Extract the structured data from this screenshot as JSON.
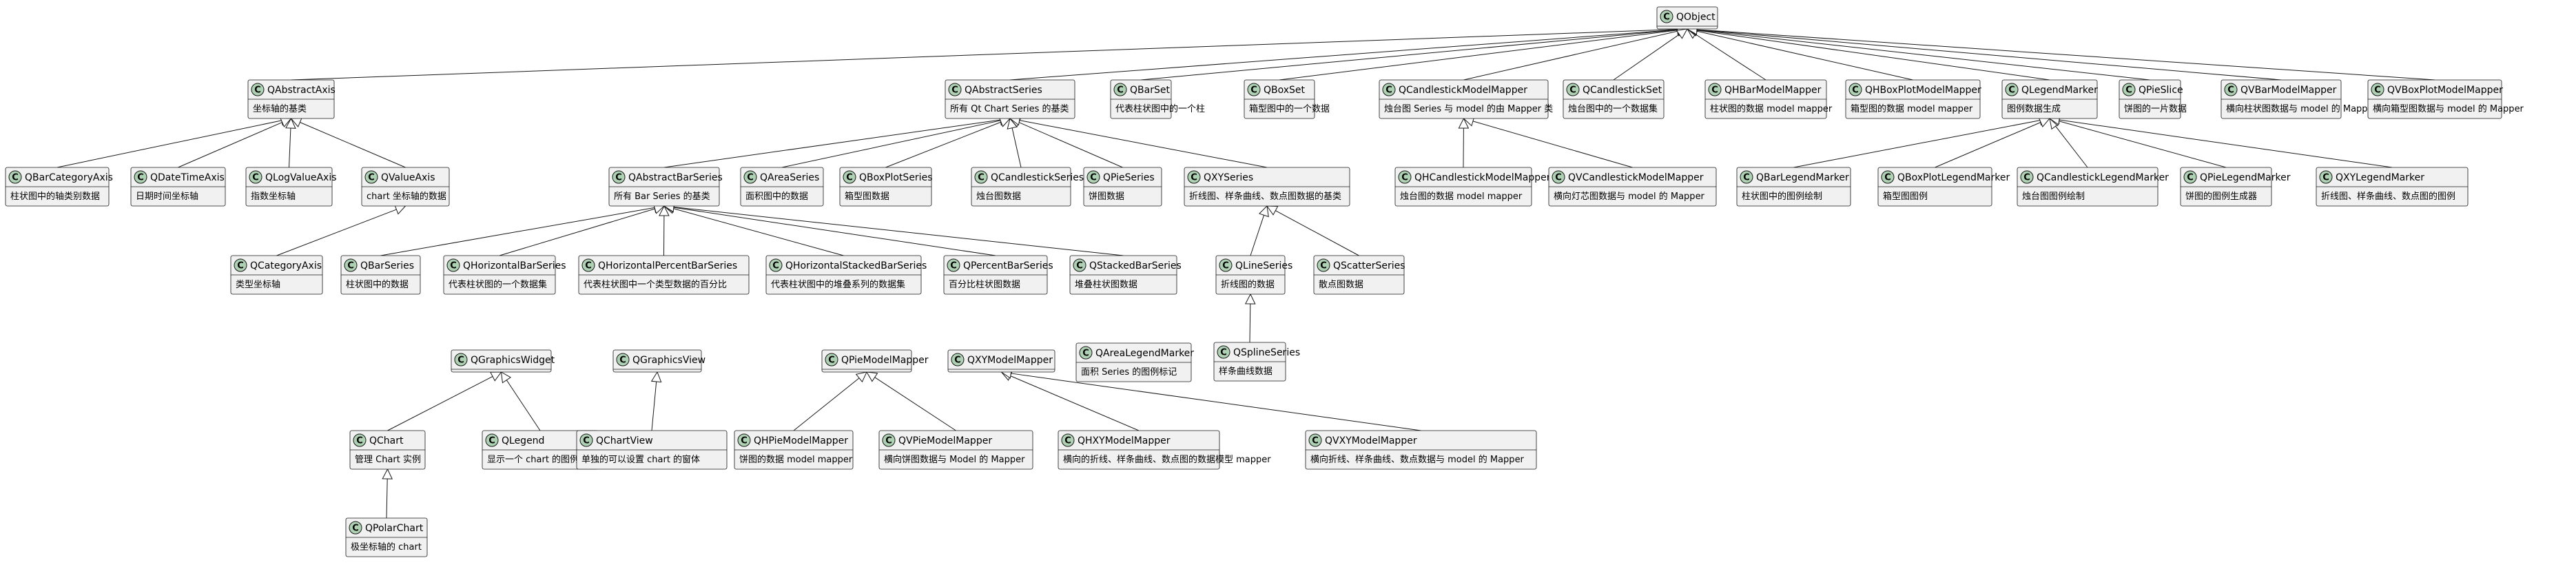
{
  "classes": [
    {
      "id": "QObject",
      "name": "QObject",
      "desc": ""
    },
    {
      "id": "QAbstractAxis",
      "name": "QAbstractAxis",
      "desc": "坐标轴的基类"
    },
    {
      "id": "QAbstractSeries",
      "name": "QAbstractSeries",
      "desc": "所有 Qt Chart Series 的基类"
    },
    {
      "id": "QBarSet",
      "name": "QBarSet",
      "desc": "代表柱状图中的一个柱"
    },
    {
      "id": "QBoxSet",
      "name": "QBoxSet",
      "desc": "箱型图中的一个数据"
    },
    {
      "id": "QCandlestickModelMapper",
      "name": "QCandlestickModelMapper",
      "desc": "烛台图 Series 与 model 的由 Mapper 类"
    },
    {
      "id": "QCandlestickSet",
      "name": "QCandlestickSet",
      "desc": "烛台图中的一个数据集"
    },
    {
      "id": "QHBarModelMapper",
      "name": "QHBarModelMapper",
      "desc": "柱状图的数据 model mapper"
    },
    {
      "id": "QHBoxPlotModelMapper",
      "name": "QHBoxPlotModelMapper",
      "desc": "箱型图的数据 model mapper"
    },
    {
      "id": "QLegendMarker",
      "name": "QLegendMarker",
      "desc": "图例数据生成"
    },
    {
      "id": "QPieSlice",
      "name": "QPieSlice",
      "desc": "饼图的一片数据"
    },
    {
      "id": "QVBarModelMapper",
      "name": "QVBarModelMapper",
      "desc": "横向柱状图数据与 model 的 Mapper"
    },
    {
      "id": "QVBoxPlotModelMapper",
      "name": "QVBoxPlotModelMapper",
      "desc": "横向箱型图数据与 model 的 Mapper"
    },
    {
      "id": "QBarCategoryAxis",
      "name": "QBarCategoryAxis",
      "desc": "柱状图中的轴类别数据"
    },
    {
      "id": "QDateTimeAxis",
      "name": "QDateTimeAxis",
      "desc": "日期时间坐标轴"
    },
    {
      "id": "QLogValueAxis",
      "name": "QLogValueAxis",
      "desc": "指数坐标轴"
    },
    {
      "id": "QValueAxis",
      "name": "QValueAxis",
      "desc": "chart 坐标轴的数据"
    },
    {
      "id": "QAbstractBarSeries",
      "name": "QAbstractBarSeries",
      "desc": "所有 Bar Series 的基类"
    },
    {
      "id": "QAreaSeries",
      "name": "QAreaSeries",
      "desc": "面积图中的数据"
    },
    {
      "id": "QBoxPlotSeries",
      "name": "QBoxPlotSeries",
      "desc": "箱型图数据"
    },
    {
      "id": "QCandlestickSeries",
      "name": "QCandlestickSeries",
      "desc": "烛台图数据"
    },
    {
      "id": "QPieSeries",
      "name": "QPieSeries",
      "desc": "饼图数据"
    },
    {
      "id": "QXYSeries",
      "name": "QXYSeries",
      "desc": "折线图、样条曲线、数点图数据的基类"
    },
    {
      "id": "QHCandlestickModelMapper",
      "name": "QHCandlestickModelMapper",
      "desc": "烛台图的数据 model mapper"
    },
    {
      "id": "QVCandlestickModelMapper",
      "name": "QVCandlestickModelMapper",
      "desc": "横向灯芯图数据与 model 的 Mapper"
    },
    {
      "id": "QBarLegendMarker",
      "name": "QBarLegendMarker",
      "desc": "柱状图中的图例绘制"
    },
    {
      "id": "QBoxPlotLegendMarker",
      "name": "QBoxPlotLegendMarker",
      "desc": "箱型图图例"
    },
    {
      "id": "QCandlestickLegendMarker",
      "name": "QCandlestickLegendMarker",
      "desc": "烛台图图例绘制"
    },
    {
      "id": "QPieLegendMarker",
      "name": "QPieLegendMarker",
      "desc": "饼图的图例生成器"
    },
    {
      "id": "QXYLegendMarker",
      "name": "QXYLegendMarker",
      "desc": "折线图、样条曲线、数点图的图例"
    },
    {
      "id": "QCategoryAxis",
      "name": "QCategoryAxis",
      "desc": "类型坐标轴"
    },
    {
      "id": "QBarSeries",
      "name": "QBarSeries",
      "desc": "柱状图中的数据"
    },
    {
      "id": "QHorizontalBarSeries",
      "name": "QHorizontalBarSeries",
      "desc": "代表柱状图的一个数据集"
    },
    {
      "id": "QHorizontalPercentBarSeries",
      "name": "QHorizontalPercentBarSeries",
      "desc": "代表柱状图中一个类型数据的百分比"
    },
    {
      "id": "QHorizontalStackedBarSeries",
      "name": "QHorizontalStackedBarSeries",
      "desc": "代表柱状图中的堆叠系列的数据集"
    },
    {
      "id": "QPercentBarSeries",
      "name": "QPercentBarSeries",
      "desc": "百分比柱状图数据"
    },
    {
      "id": "QStackedBarSeries",
      "name": "QStackedBarSeries",
      "desc": "堆叠柱状图数据"
    },
    {
      "id": "QLineSeries",
      "name": "QLineSeries",
      "desc": "折线图的数据"
    },
    {
      "id": "QScatterSeries",
      "name": "QScatterSeries",
      "desc": "散点图数据"
    },
    {
      "id": "QSplineSeries",
      "name": "QSplineSeries",
      "desc": "样条曲线数据"
    },
    {
      "id": "QGraphicsWidget",
      "name": "QGraphicsWidget",
      "desc": ""
    },
    {
      "id": "QGraphicsView",
      "name": "QGraphicsView",
      "desc": ""
    },
    {
      "id": "QPieModelMapper",
      "name": "QPieModelMapper",
      "desc": ""
    },
    {
      "id": "QXYModelMapper",
      "name": "QXYModelMapper",
      "desc": ""
    },
    {
      "id": "QAreaLegendMarker",
      "name": "QAreaLegendMarker",
      "desc": "面积 Series 的图例标记"
    },
    {
      "id": "QChart",
      "name": "QChart",
      "desc": "管理 Chart 实例"
    },
    {
      "id": "QLegend",
      "name": "QLegend",
      "desc": "显示一个 chart 的图例"
    },
    {
      "id": "QChartView",
      "name": "QChartView",
      "desc": "单独的可以设置 chart 的窗体"
    },
    {
      "id": "QHPieModelMapper",
      "name": "QHPieModelMapper",
      "desc": "饼图的数据 model mapper"
    },
    {
      "id": "QVPieModelMapper",
      "name": "QVPieModelMapper",
      "desc": "横向饼图数据与 Model 的 Mapper"
    },
    {
      "id": "QHXYModelMapper",
      "name": "QHXYModelMapper",
      "desc": "横向的折线、样条曲线、数点图的数据模型 mapper"
    },
    {
      "id": "QVXYModelMapper",
      "name": "QVXYModelMapper",
      "desc": "横向折线、样条曲线、数点数据与 model 的 Mapper"
    },
    {
      "id": "QPolarChart",
      "name": "QPolarChart",
      "desc": "极坐标轴的 chart"
    }
  ],
  "inheritance": [
    [
      "QAbstractAxis",
      "QObject"
    ],
    [
      "QAbstractSeries",
      "QObject"
    ],
    [
      "QBarSet",
      "QObject"
    ],
    [
      "QBoxSet",
      "QObject"
    ],
    [
      "QCandlestickModelMapper",
      "QObject"
    ],
    [
      "QCandlestickSet",
      "QObject"
    ],
    [
      "QHBarModelMapper",
      "QObject"
    ],
    [
      "QHBoxPlotModelMapper",
      "QObject"
    ],
    [
      "QLegendMarker",
      "QObject"
    ],
    [
      "QPieSlice",
      "QObject"
    ],
    [
      "QVBarModelMapper",
      "QObject"
    ],
    [
      "QVBoxPlotModelMapper",
      "QObject"
    ],
    [
      "QBarCategoryAxis",
      "QAbstractAxis"
    ],
    [
      "QDateTimeAxis",
      "QAbstractAxis"
    ],
    [
      "QLogValueAxis",
      "QAbstractAxis"
    ],
    [
      "QValueAxis",
      "QAbstractAxis"
    ],
    [
      "QCategoryAxis",
      "QValueAxis"
    ],
    [
      "QAbstractBarSeries",
      "QAbstractSeries"
    ],
    [
      "QAreaSeries",
      "QAbstractSeries"
    ],
    [
      "QBoxPlotSeries",
      "QAbstractSeries"
    ],
    [
      "QCandlestickSeries",
      "QAbstractSeries"
    ],
    [
      "QPieSeries",
      "QAbstractSeries"
    ],
    [
      "QXYSeries",
      "QAbstractSeries"
    ],
    [
      "QBarSeries",
      "QAbstractBarSeries"
    ],
    [
      "QHorizontalBarSeries",
      "QAbstractBarSeries"
    ],
    [
      "QHorizontalPercentBarSeries",
      "QAbstractBarSeries"
    ],
    [
      "QHorizontalStackedBarSeries",
      "QAbstractBarSeries"
    ],
    [
      "QPercentBarSeries",
      "QAbstractBarSeries"
    ],
    [
      "QStackedBarSeries",
      "QAbstractBarSeries"
    ],
    [
      "QLineSeries",
      "QXYSeries"
    ],
    [
      "QScatterSeries",
      "QXYSeries"
    ],
    [
      "QSplineSeries",
      "QLineSeries"
    ],
    [
      "QHCandlestickModelMapper",
      "QCandlestickModelMapper"
    ],
    [
      "QVCandlestickModelMapper",
      "QCandlestickModelMapper"
    ],
    [
      "QBarLegendMarker",
      "QLegendMarker"
    ],
    [
      "QBoxPlotLegendMarker",
      "QLegendMarker"
    ],
    [
      "QCandlestickLegendMarker",
      "QLegendMarker"
    ],
    [
      "QPieLegendMarker",
      "QLegendMarker"
    ],
    [
      "QXYLegendMarker",
      "QLegendMarker"
    ],
    [
      "QChart",
      "QGraphicsWidget"
    ],
    [
      "QLegend",
      "QGraphicsWidget"
    ],
    [
      "QPolarChart",
      "QChart"
    ],
    [
      "QChartView",
      "QGraphicsView"
    ],
    [
      "QHPieModelMapper",
      "QPieModelMapper"
    ],
    [
      "QVPieModelMapper",
      "QPieModelMapper"
    ],
    [
      "QHXYModelMapper",
      "QXYModelMapper"
    ],
    [
      "QVXYModelMapper",
      "QXYModelMapper"
    ]
  ],
  "class_marker_letter": "C",
  "colors": {
    "box_fill": "#f1f1f1",
    "box_stroke": "#181818",
    "marker_fill": "#add1b2",
    "edge": "#181818"
  }
}
